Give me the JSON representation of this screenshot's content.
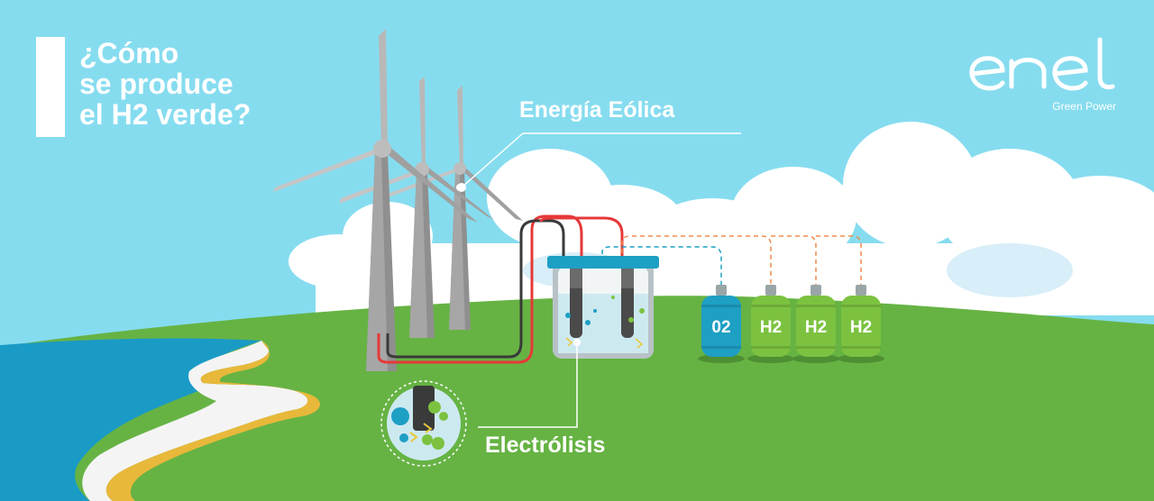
{
  "title": {
    "line1": "¿Cómo",
    "line2": "se produce",
    "line3": "el H2 verde?"
  },
  "logo": {
    "name": "enel",
    "subtitle": "Green Power"
  },
  "labels": {
    "wind_energy": "Energía Eólica",
    "electrolysis": "Electrólisis"
  },
  "tanks": [
    {
      "label": "02",
      "color": "#1e9fc4"
    },
    {
      "label": "H2",
      "color": "#7cc240"
    },
    {
      "label": "H2",
      "color": "#7cc240"
    },
    {
      "label": "H2",
      "color": "#7cc240"
    }
  ],
  "colors": {
    "sky": "#86dcef",
    "grass": "#66b344",
    "sea": "#1a9bc6",
    "sand": "#e8b83a",
    "cable_red": "#e63838",
    "cable_dark": "#3a3a3a",
    "oxygen": "#1e9fc4",
    "hydrogen": "#7cc240"
  }
}
